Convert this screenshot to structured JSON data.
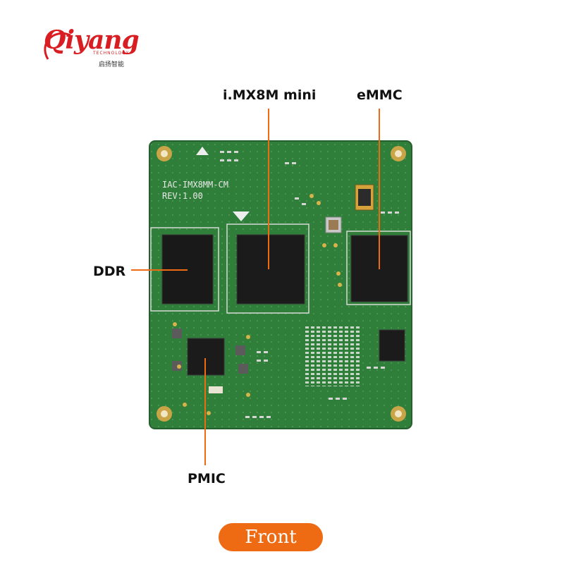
{
  "logo": {
    "brand_word": "Qiyang",
    "tagline": "TECHNOLOGY",
    "chinese_name": "启扬智能",
    "brand_color": "#d81e22"
  },
  "callouts": {
    "cpu": "i.MX8M mini",
    "emmc": "eMMC",
    "ddr": "DDR",
    "pmic": "PMIC",
    "line_color": "#ee6a13"
  },
  "board": {
    "model": "IAC-IMX8MM-CM",
    "revision": "REV:1.00",
    "pcb_color": "#2e7d3a",
    "chip_color": "#1b1b1b"
  },
  "footer": {
    "view_label": "Front",
    "pill_color": "#ee6a13"
  }
}
